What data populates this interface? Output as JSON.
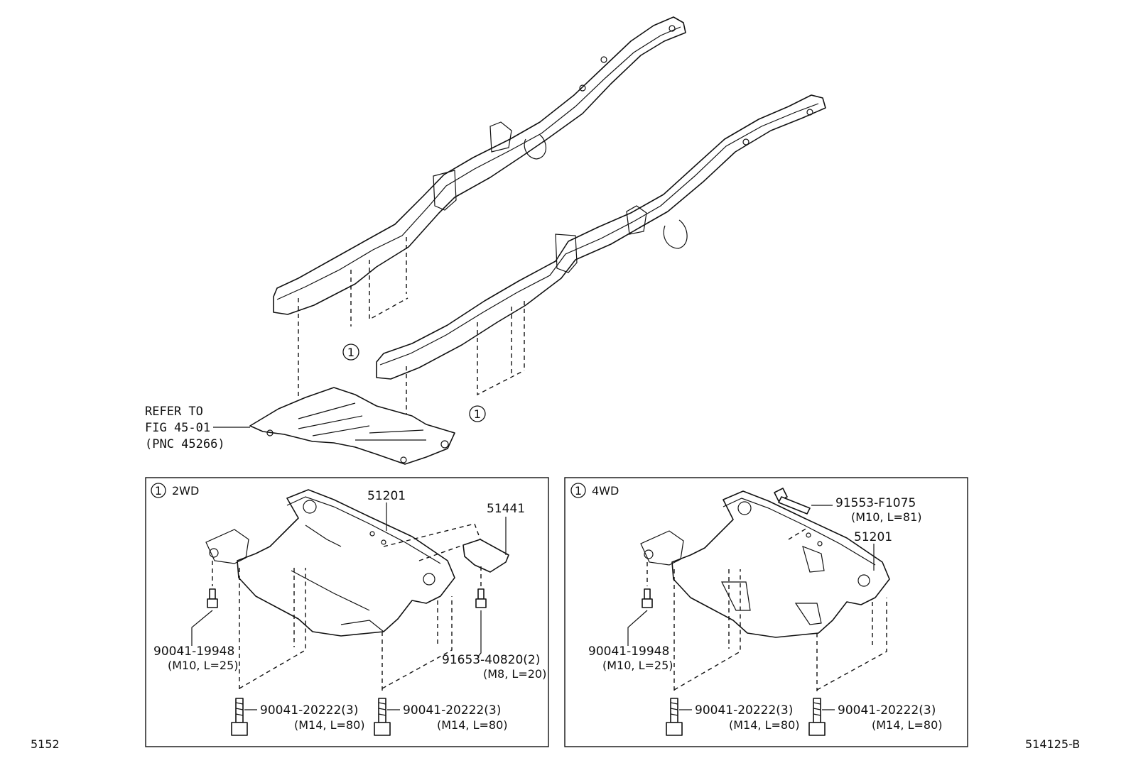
{
  "page": {
    "left_code": "5152",
    "right_code": "514125-B"
  },
  "refer_note": {
    "line1": "REFER TO",
    "line2": "FIG 45-01",
    "line3": "(PNC 45266)"
  },
  "callout_marker": "1",
  "panel_2wd": {
    "marker": "1",
    "label": "2WD",
    "parts": {
      "crossmember": "51201",
      "plate": "51441",
      "bolt_upper": {
        "number": "90041-19948",
        "spec": "(M10, L=25)"
      },
      "bolt_plate": {
        "number": "91653-40820(2)",
        "spec": "(M8, L=20)"
      },
      "bolt_left": {
        "number": "90041-20222(3)",
        "spec": "(M14, L=80)"
      },
      "bolt_right": {
        "number": "90041-20222(3)",
        "spec": "(M14, L=80)"
      }
    }
  },
  "panel_4wd": {
    "marker": "1",
    "label": "4WD",
    "parts": {
      "crossmember": "51201",
      "bolt_top": {
        "number": "91553-F1075",
        "spec": "(M10, L=81)"
      },
      "bolt_upper": {
        "number": "90041-19948",
        "spec": "(M10, L=25)"
      },
      "bolt_left": {
        "number": "90041-20222(3)",
        "spec": "(M14, L=80)"
      },
      "bolt_right": {
        "number": "90041-20222(3)",
        "spec": "(M14, L=80)"
      }
    }
  }
}
